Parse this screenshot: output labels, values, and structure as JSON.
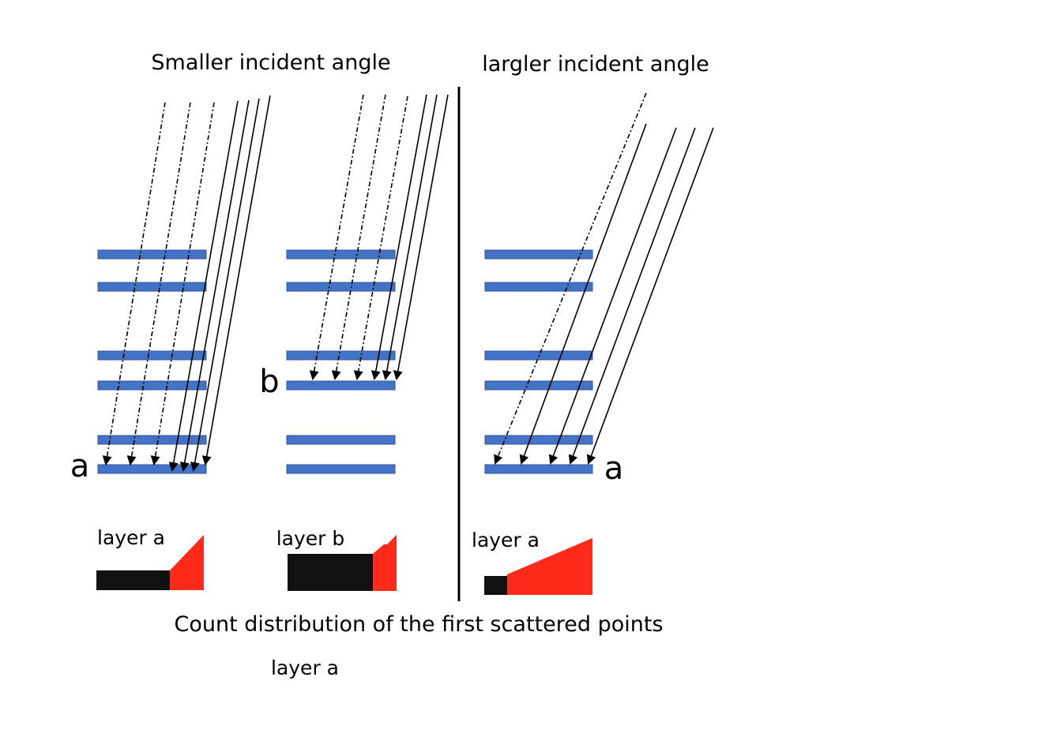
{
  "titles": {
    "left": "Smaller incident angle",
    "right": "largler incident angle"
  },
  "labels": {
    "a_left": "a",
    "b_middle": "b",
    "a_right": "a",
    "hist_left": "layer a",
    "hist_middle": "layer b",
    "hist_right": "layer a",
    "caption": "Count distribution of the first scattered points",
    "caption_sub": "layer a"
  },
  "colors": {
    "layer": "#4472c4",
    "layer_edge": "#2f5597",
    "ray": "#000000",
    "hist_bar": "#111111",
    "hist_red": "#ff2a1a",
    "divider": "#000000"
  }
}
